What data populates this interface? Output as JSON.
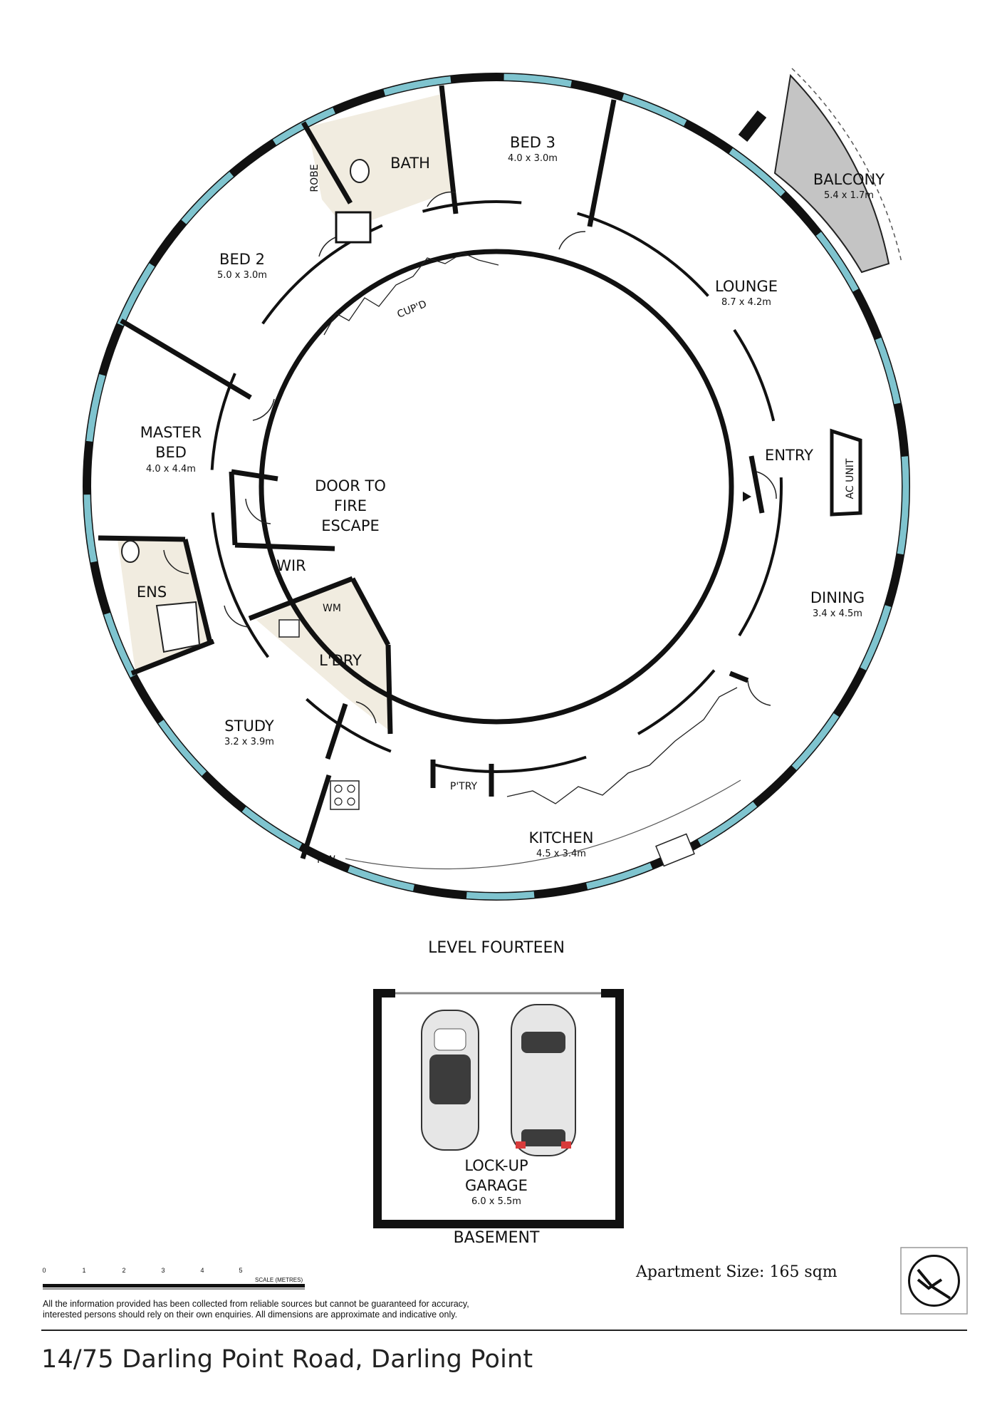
{
  "rooms": {
    "bed3": {
      "name": "BED 3",
      "dim": "4.0 x 3.0m"
    },
    "bath": {
      "name": "BATH"
    },
    "robe": {
      "name": "ROBE"
    },
    "bed2": {
      "name": "BED 2",
      "dim": "5.0 x 3.0m"
    },
    "cupd": {
      "name": "CUP'D"
    },
    "balcony": {
      "name": "BALCONY",
      "dim": "5.4 x 1.7m"
    },
    "lounge": {
      "name": "LOUNGE",
      "dim": "8.7 x 4.2m"
    },
    "master": {
      "name_line1": "MASTER",
      "name_line2": "BED",
      "dim": "4.0 x 4.4m"
    },
    "fire_escape": {
      "line1": "DOOR TO",
      "line2": "FIRE",
      "line3": "ESCAPE"
    },
    "entry": {
      "name": "ENTRY"
    },
    "ac_unit": {
      "name": "AC UNIT"
    },
    "wir": {
      "name": "WIR"
    },
    "ens": {
      "name": "ENS"
    },
    "wm": {
      "name": "WM"
    },
    "ldry": {
      "name": "L'DRY"
    },
    "dining": {
      "name": "DINING",
      "dim": "3.4 x 4.5m"
    },
    "study": {
      "name": "STUDY",
      "dim": "3.2 x 3.9m"
    },
    "ptry": {
      "name": "P'TRY"
    },
    "kitchen": {
      "name": "KITCHEN",
      "dim": "4.5 x 3.4m"
    },
    "mw": {
      "name": "MW"
    },
    "garage": {
      "name_line1": "LOCK-UP",
      "name_line2": "GARAGE",
      "dim": "6.0 x 5.5m"
    }
  },
  "levels": {
    "main": "LEVEL FOURTEEN",
    "basement": "BASEMENT"
  },
  "scale": {
    "ticks": [
      "0",
      "1",
      "2",
      "3",
      "4",
      "5"
    ],
    "unit": "SCALE (METRES)"
  },
  "apartment_size": "Apartment Size: 165 sqm",
  "disclaimer": {
    "line1": "All the information provided has been collected from reliable sources but cannot be guaranteed for accuracy,",
    "line2": "interested persons should rely on their own enquiries. All dimensions are approximate and indicative only."
  },
  "address": "14/75 Darling Point Road, Darling Point",
  "colors": {
    "wall": "#111111",
    "window": "#7fc4cf",
    "balcony": "#c4c4c4",
    "wet_area": "#f1ece0"
  }
}
